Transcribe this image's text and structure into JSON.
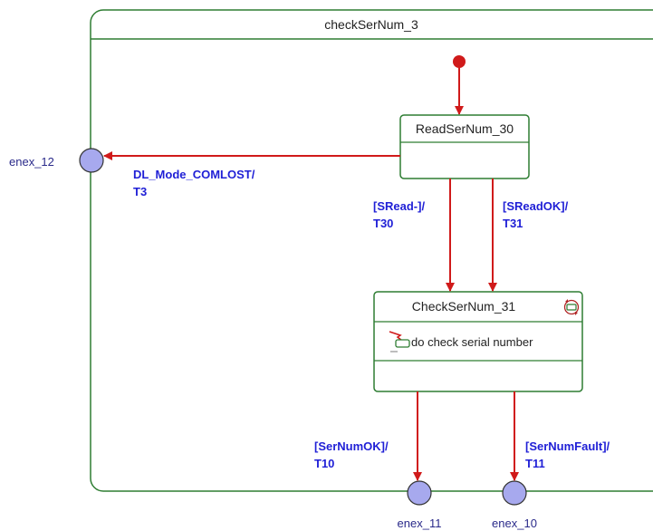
{
  "outer_state": {
    "name": "checkSerNum_3"
  },
  "states": [
    {
      "id": "read",
      "name": "ReadSerNum_30"
    },
    {
      "id": "check",
      "name": "CheckSerNum_31",
      "activity": "do check serial number"
    }
  ],
  "points": {
    "enex_12": "enex_12",
    "enex_11": "enex_11",
    "enex_10": "enex_10"
  },
  "transitions": {
    "comlost": {
      "line1": "DL_Mode_COMLOST/",
      "line2": "T3"
    },
    "sread_fail": {
      "line1": "[SRead-]/",
      "line2": "T30"
    },
    "sread_ok": {
      "line1": "[SReadOK]/",
      "line2": "T31"
    },
    "sernum_ok": {
      "line1": "[SerNumOK]/",
      "line2": "T10"
    },
    "sernum_fault": {
      "line1": "[SerNumFault]/",
      "line2": "T11"
    }
  },
  "colors": {
    "state_border": "#2e7d32",
    "transition": "#d01a1a",
    "initial": "#d01a1a",
    "point_fill": "#a7a9ee",
    "label": "#1f1fd6"
  }
}
